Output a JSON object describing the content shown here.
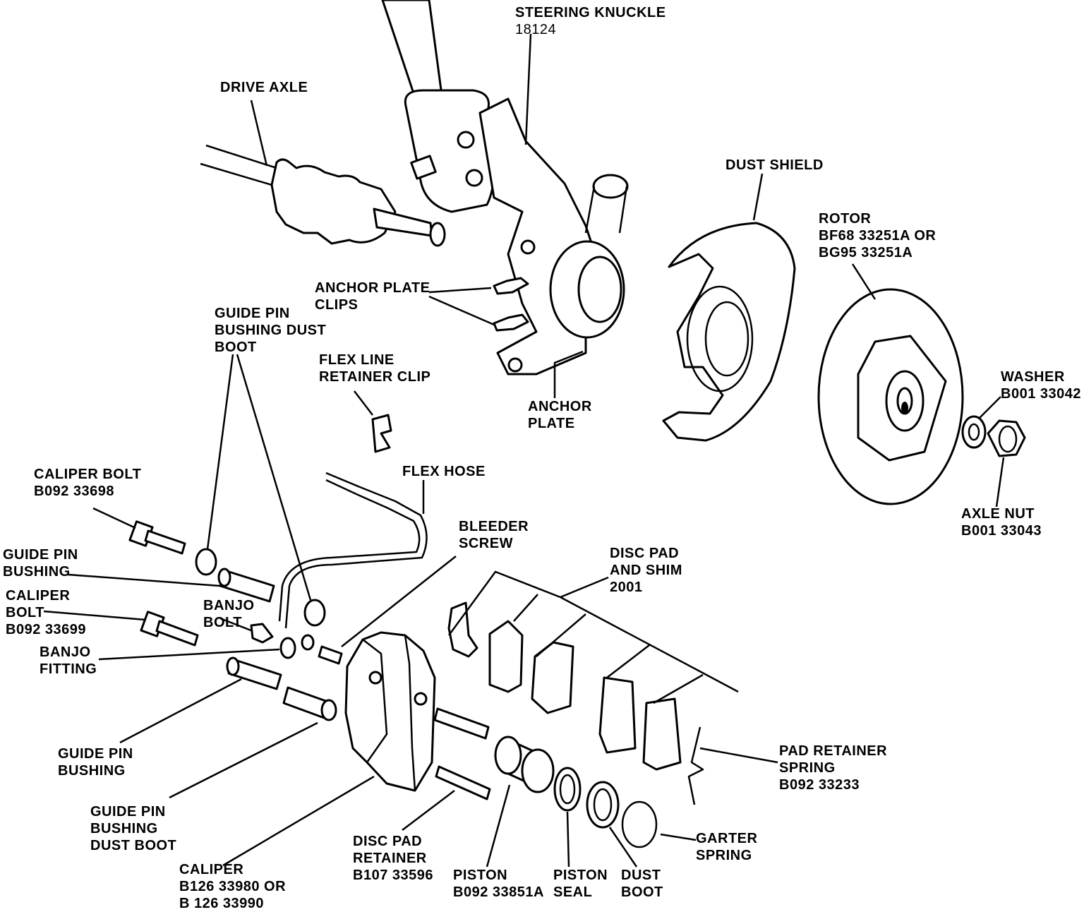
{
  "labels": {
    "steering_knuckle": [
      "STEERING KNUCKLE",
      "18124"
    ],
    "drive_axle": [
      "DRIVE AXLE"
    ],
    "dust_shield": [
      "DUST SHIELD"
    ],
    "rotor": [
      "ROTOR",
      "BF68 33251A OR",
      "BG95 33251A"
    ],
    "anchor_plate_clips": [
      "ANCHOR PLATE",
      "CLIPS"
    ],
    "guide_pin_bushing_dust_boot_top": [
      "GUIDE PIN",
      "BUSHING DUST",
      "BOOT"
    ],
    "flex_line_retainer_clip": [
      "FLEX LINE",
      "RETAINER CLIP"
    ],
    "anchor_plate": [
      "ANCHOR",
      "PLATE"
    ],
    "washer": [
      "WASHER",
      "B001 33042"
    ],
    "caliper_bolt_top": [
      "CALIPER BOLT",
      "B092 33698"
    ],
    "flex_hose": [
      "FLEX HOSE"
    ],
    "axle_nut": [
      "AXLE NUT",
      "B001 33043"
    ],
    "bleeder_screw": [
      "BLEEDER",
      "SCREW"
    ],
    "guide_pin_bushing_top": [
      "GUIDE PIN",
      "BUSHING"
    ],
    "disc_pad_and_shim": [
      "DISC PAD",
      "AND SHIM",
      "2001"
    ],
    "caliper_bolt_mid": [
      "CALIPER",
      "BOLT",
      "B092 33699"
    ],
    "banjo_bolt": [
      "BANJO",
      "BOLT"
    ],
    "banjo_fitting": [
      "BANJO",
      "FITTING"
    ],
    "pad_retainer_spring": [
      "PAD RETAINER",
      "SPRING",
      "B092 33233"
    ],
    "guide_pin_bushing_low": [
      "GUIDE PIN",
      "BUSHING"
    ],
    "guide_pin_bushing_dust_boot_low": [
      "GUIDE PIN",
      "BUSHING",
      "DUST BOOT"
    ],
    "garter_spring": [
      "GARTER",
      "SPRING"
    ],
    "disc_pad_retainer": [
      "DISC PAD",
      "RETAINER",
      "B107 33596"
    ],
    "caliper": [
      "CALIPER",
      "B126 33980 OR",
      "B 126 33990"
    ],
    "piston": [
      "PISTON",
      "B092 33851A"
    ],
    "piston_seal": [
      "PISTON",
      "SEAL"
    ],
    "dust_boot": [
      "DUST",
      "BOOT"
    ]
  }
}
